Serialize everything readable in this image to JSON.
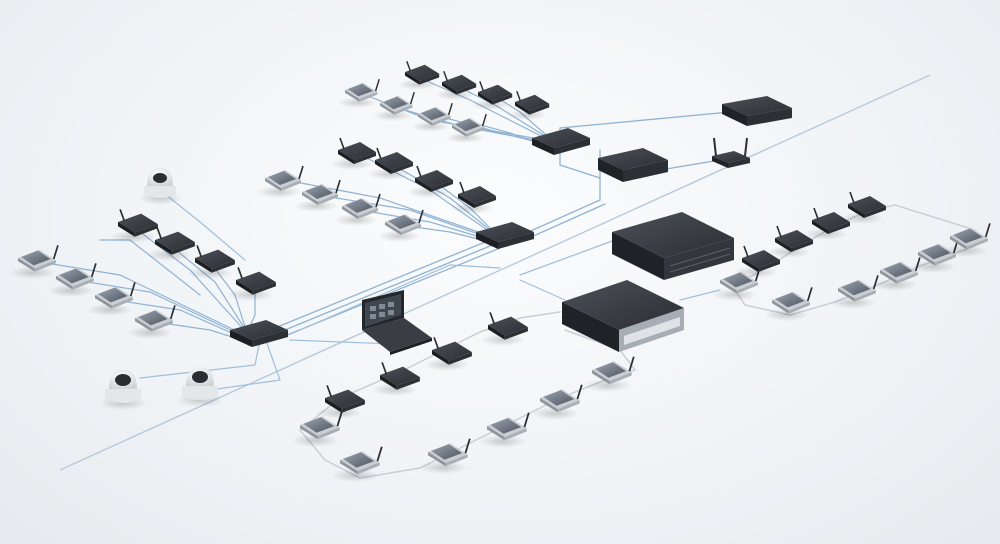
{
  "diagram": {
    "description_labels": [],
    "palette": {
      "background": "#f1f4f7",
      "cable_blue": "#8fb3d3",
      "cable_light": "#b9cde0",
      "cable_grey": "#c8cfd6",
      "device_dark": "#2a2d31",
      "device_top": "#3b3f45",
      "screen": "#6d7784",
      "dome_white": "#f4f5f6"
    },
    "hubs": [
      "switch",
      "switch",
      "switch",
      "switch"
    ],
    "servers": [
      "rack-server",
      "control-unit",
      "media-box",
      "network-box",
      "wireless-access-point"
    ],
    "groups": [
      "top-delegate-cluster",
      "middle-delegate-cluster",
      "left-delegate-cluster",
      "front-daisy-chain-loop",
      "right-daisy-chain-loop"
    ],
    "peripherals": [
      "dome-camera",
      "dome-camera",
      "dome-camera",
      "laptop-control"
    ]
  }
}
